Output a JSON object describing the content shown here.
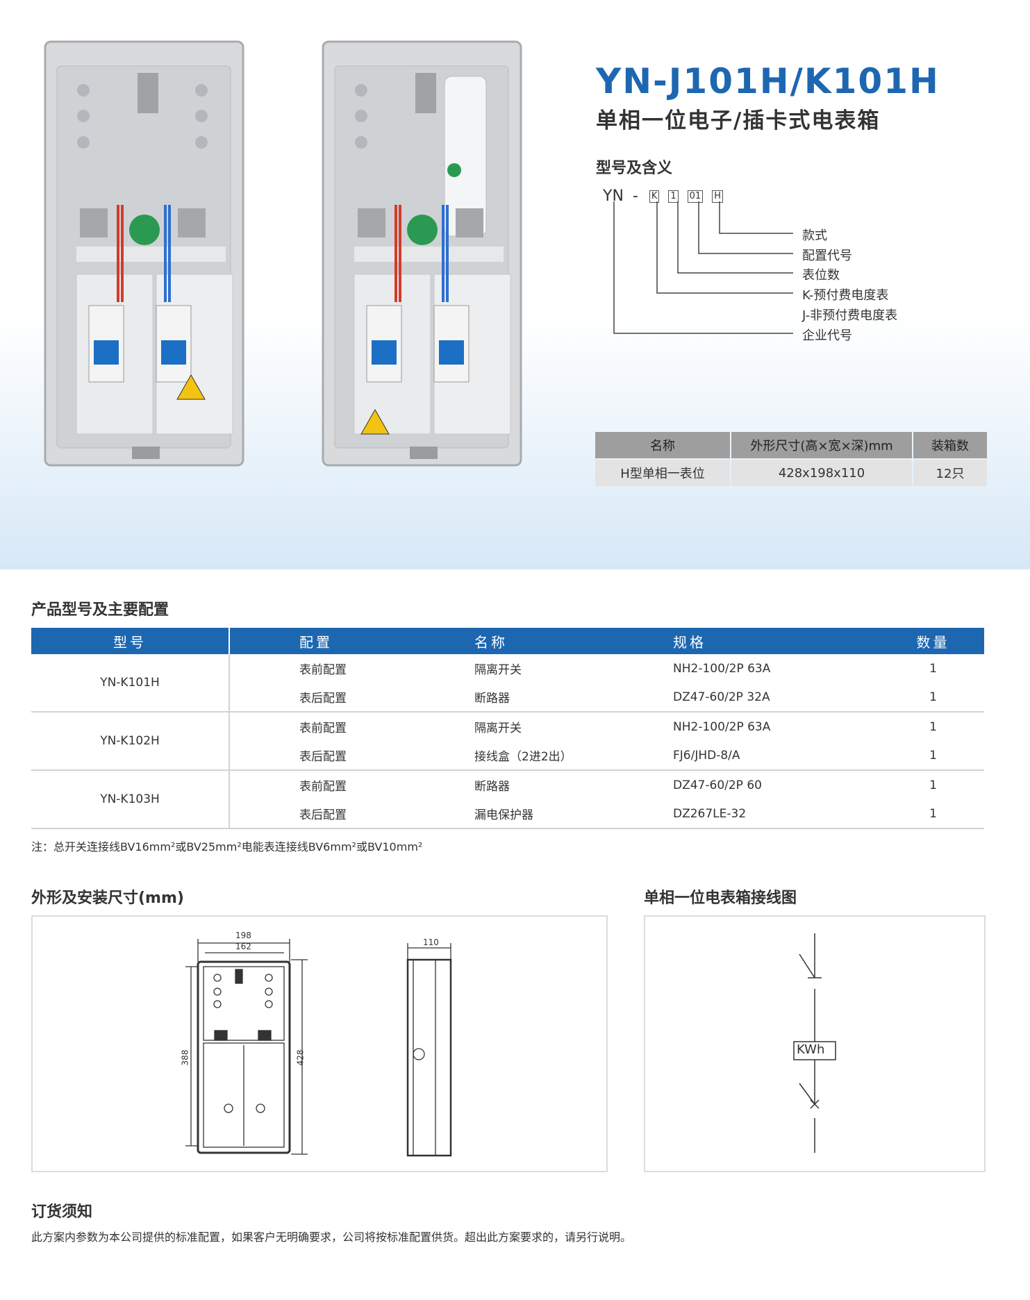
{
  "header": {
    "model_title": "YN-J101H/K101H",
    "subtitle": "单相一位电子/插卡式电表箱"
  },
  "meaning_section": {
    "heading": "型号及含义",
    "code_prefix": "YN",
    "code_dash": "-",
    "code_boxes": [
      "K",
      "1",
      "01",
      "H"
    ],
    "labels": [
      "款式",
      "配置代号",
      "表位数",
      "K-预付费电度表",
      "J-非预付费电度表",
      "企业代号"
    ]
  },
  "spec_table": {
    "headers": [
      "名称",
      "外形尺寸(高×宽×深)mm",
      "装箱数"
    ],
    "row": [
      "H型单相一表位",
      "428x198x110",
      "12只"
    ]
  },
  "config_section": {
    "heading": "产品型号及主要配置",
    "headers": [
      "型号",
      "配置",
      "名称",
      "规格",
      "数量"
    ],
    "groups": [
      {
        "model": "YN-K101H",
        "rows": [
          [
            "表前配置",
            "隔离开关",
            "NH2-100/2P 63A",
            "1"
          ],
          [
            "表后配置",
            "断路器",
            "DZ47-60/2P 32A",
            "1"
          ]
        ]
      },
      {
        "model": "YN-K102H",
        "rows": [
          [
            "表前配置",
            "隔离开关",
            "NH2-100/2P 63A",
            "1"
          ],
          [
            "表后配置",
            "接线盒（2进2出）",
            "FJ6/JHD-8/A",
            "1"
          ]
        ]
      },
      {
        "model": "YN-K103H",
        "rows": [
          [
            "表前配置",
            "断路器",
            "DZ47-60/2P 60",
            "1"
          ],
          [
            "表后配置",
            "漏电保护器",
            "DZ267LE-32",
            "1"
          ]
        ]
      }
    ],
    "note": "注：总开关连接线BV16mm²或BV25mm²电能表连接线BV6mm²或BV10mm²"
  },
  "dimension_section": {
    "heading": "外形及安装尺寸(mm)",
    "dim_198": "198",
    "dim_162": "162",
    "dim_388": "388",
    "dim_428": "428",
    "dim_110": "110"
  },
  "wiring_section": {
    "heading": "单相一位电表箱接线图",
    "meter_label": "KWh"
  },
  "order_section": {
    "heading": "订货须知",
    "text": "此方案内参数为本公司提供的标准配置，如果客户无明确要求，公司将按标准配置供货。超出此方案要求的，请另行说明。"
  },
  "colors": {
    "brand_blue": "#1d67b1",
    "header_gray": "#9e9e9e",
    "cell_gray": "#e3e3e3"
  }
}
